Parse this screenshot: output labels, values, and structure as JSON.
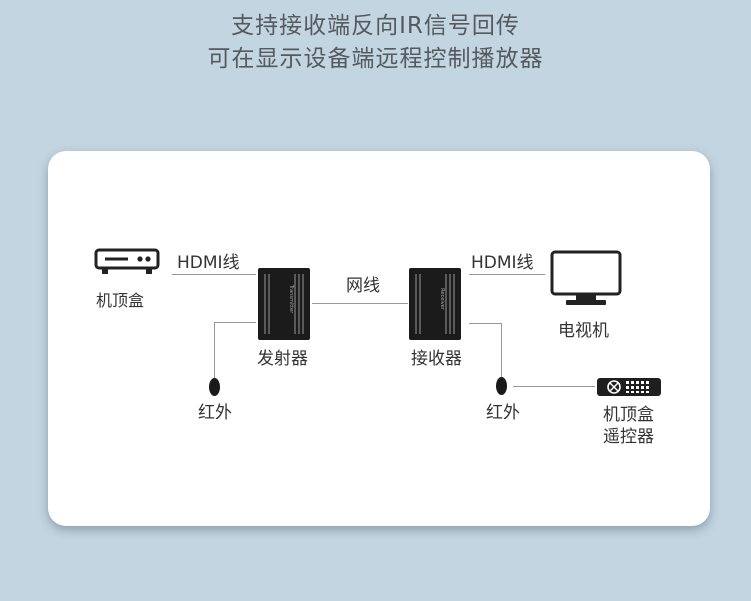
{
  "header": {
    "line1": "支持接收端反向IR信号回传",
    "line2": "可在显示设备端远程控制播放器"
  },
  "diagram": {
    "stb_label": "机顶盒",
    "hdmi_left": "HDMI线",
    "transmitter_label": "发射器",
    "network_label": "网线",
    "receiver_label": "接收器",
    "hdmi_right": "HDMI线",
    "tv_label": "电视机",
    "ir_left": "红外",
    "ir_right": "红外",
    "remote_label_line1": "机顶盒",
    "remote_label_line2": "遥控器",
    "transmitter_device_text": "Transmitter",
    "receiver_device_text": "Receiver"
  }
}
